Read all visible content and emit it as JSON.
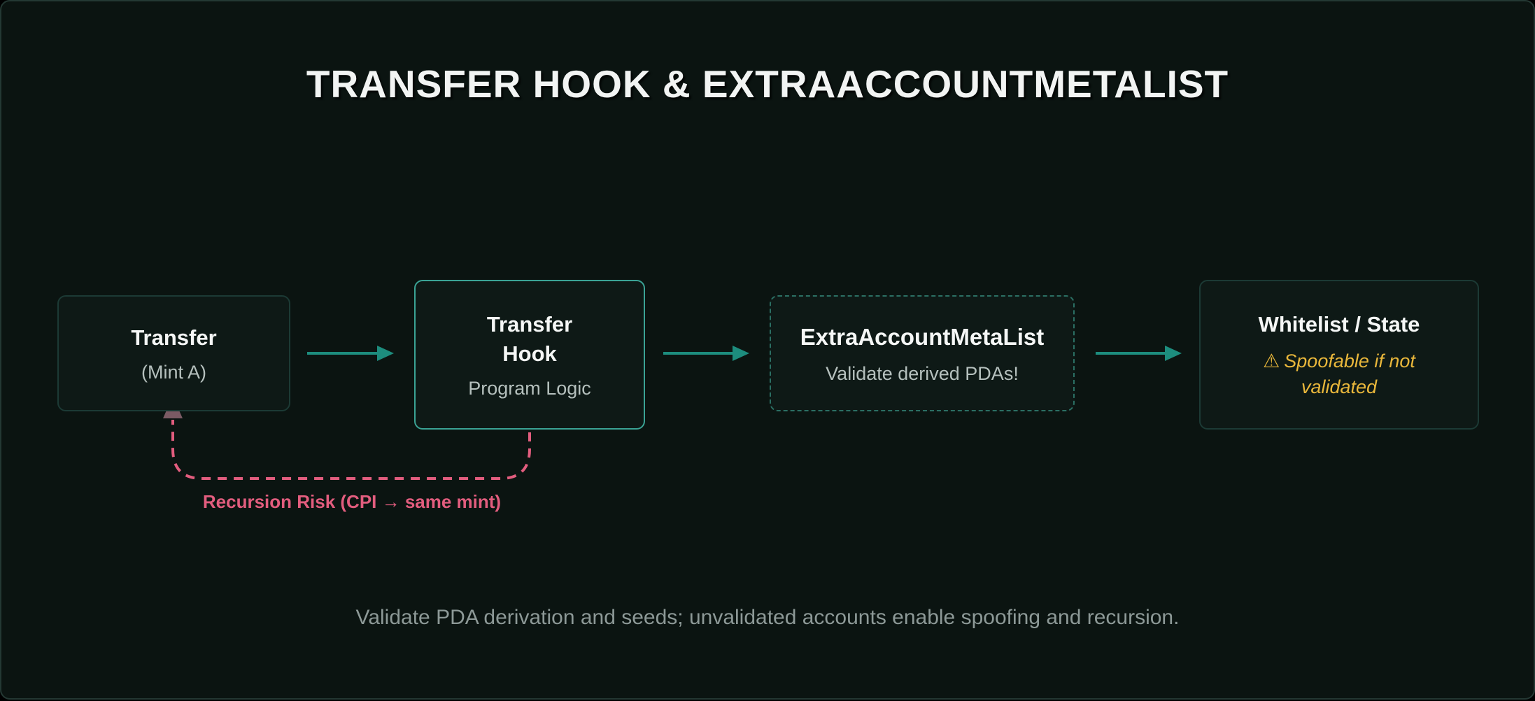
{
  "title": "TRANSFER HOOK & EXTRAACCOUNTMETALIST",
  "nodes": [
    {
      "label": "Transfer",
      "sublabel": "(Mint A)"
    },
    {
      "label": "Transfer\nHook",
      "sublabel": "Program Logic"
    },
    {
      "label": "ExtraAccountMetaList",
      "sublabel": "Validate derived PDAs!"
    },
    {
      "label": "Whitelist / State",
      "warning_icon": "⚠",
      "warning": "Spoofable if not validated"
    }
  ],
  "recursion": {
    "label": "Recursion Risk (CPI → same mint)"
  },
  "caption": "Validate PDA derivation and seeds; unvalidated accounts enable spoofing and recursion.",
  "colors": {
    "background": "#0b1411",
    "node_border_dim": "#1c3a35",
    "node_border_bright": "#3aa395",
    "node_border_dashed": "#2b6f63",
    "arrow_teal": "#1d8d7e",
    "recursion_pink": "#e25d7e",
    "warning_yellow": "#e9b73b",
    "caption_gray": "#8d9997"
  }
}
